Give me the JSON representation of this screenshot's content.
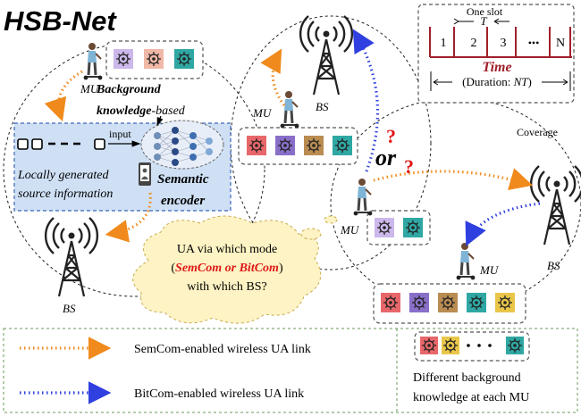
{
  "title": "HSB-Net",
  "labels": {
    "mu": "MU",
    "bs": "BS",
    "or": "or",
    "q": "?",
    "coverage": "Coverage",
    "input": "input",
    "bg_line1": "Background",
    "bg_line2a": "knowledge",
    "bg_line2b": "-based",
    "locally1": "Locally generated",
    "locally2": "source information",
    "semantic": "Semantic",
    "encoder": "encoder"
  },
  "time_box": {
    "one_slot": "One slot",
    "t": "T",
    "slots": [
      "1",
      "2",
      "3",
      "N"
    ],
    "dots": "•••",
    "time": "Time",
    "duration_prefix": "(Duration: ",
    "duration_var": "NT",
    "duration_suffix": ")"
  },
  "cloud": {
    "line1": "UA via which mode",
    "line2_open": "(",
    "line2_em": "SemCom or BitCom",
    "line2_close": ")",
    "line3": "with which BS?"
  },
  "legend": {
    "semcom": "SemCom-enabled wireless UA link",
    "bitcom": "BitCom-enabled wireless UA link",
    "diff1": "Different background",
    "diff2": "knowledge at each MU"
  },
  "colors": {
    "semcom_link": "#f08a1c",
    "bitcom_link": "#2f3fe0",
    "question": "#e01818",
    "time_red": "#a0202a",
    "encoder_bg": "#cfe0f5",
    "cloud_fill": "#fdf3c4",
    "chip_red": "#e8676a",
    "chip_purple": "#8a6fc9",
    "chip_brown": "#b98c52",
    "chip_teal": "#2fa7a3",
    "chip_yellow": "#e9c64a"
  }
}
